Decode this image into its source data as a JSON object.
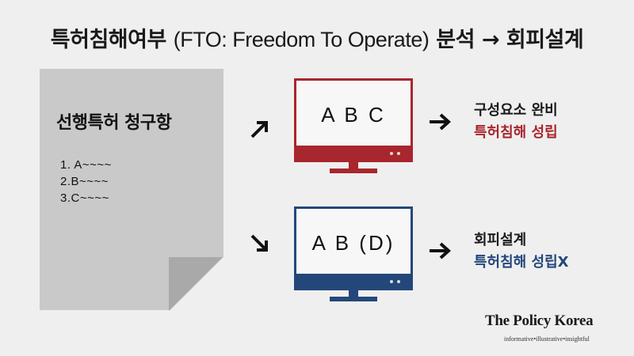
{
  "title": {
    "korean_lead": "특허침해여부",
    "latin": "(FTO: Freedom To Operate)",
    "korean_tail": "분석 → 회피설계"
  },
  "document": {
    "title": "선행특허 청구항",
    "claims": [
      "1. A~~~~",
      "2.B~~~~",
      "3.C~~~~"
    ]
  },
  "case_infringe": {
    "screen_text": "A B C",
    "line1": "구성요소 완비",
    "line2": "특허침해 성립",
    "color": "#a8262d"
  },
  "case_design_around": {
    "screen_text": "A B (D)",
    "line1": "회피설계",
    "line2": "특허침해 성립X",
    "color": "#24477a"
  },
  "brand": {
    "name": "The Policy Korea",
    "tagline": "informative•illustrative•insightful"
  }
}
